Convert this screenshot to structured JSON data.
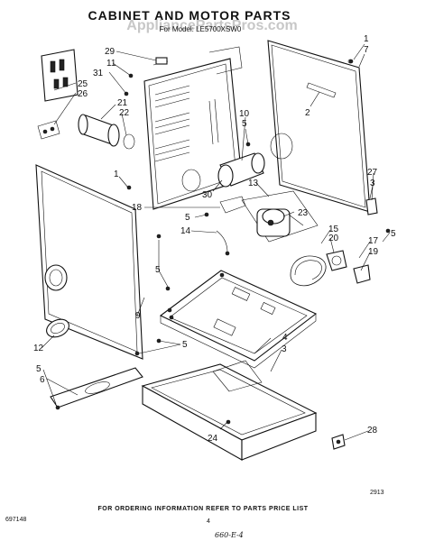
{
  "header": {
    "title": "CABINET AND MOTOR PARTS",
    "subtitle": "For Model: LE5700XSW0",
    "watermark": "AppliancePartsPros.com"
  },
  "callouts": [
    "1",
    "7",
    "2",
    "29",
    "11",
    "31",
    "25",
    "26",
    "21",
    "22",
    "10",
    "5",
    "27",
    "3",
    "30",
    "13",
    "18",
    "5",
    "23",
    "14",
    "15",
    "20",
    "5",
    "17",
    "19",
    "1",
    "5",
    "9",
    "4",
    "5",
    "12",
    "5",
    "6",
    "3",
    "24",
    "28"
  ],
  "footer": {
    "diagram_code": "2913",
    "note": "FOR ORDERING INFORMATION REFER TO PARTS PRICE LIST",
    "part_number": "697148",
    "page": "4",
    "handwritten": "660-E-4"
  }
}
